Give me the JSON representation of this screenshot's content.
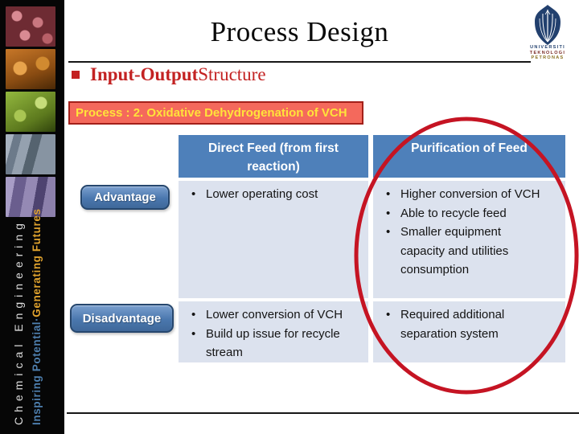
{
  "slide": {
    "title": "Process Design",
    "section_heading": {
      "bold": "Input-Output",
      "regular": " Structure"
    },
    "process_banner": "Process : 2. Oxidative Dehydrogenation of VCH"
  },
  "logo": {
    "line1": "UNIVERSITI",
    "line2": "TEKNOLOGI",
    "line3": "PETRONAS"
  },
  "sidebar": {
    "vertical_line1": "Chemical Engineering",
    "vertical_line2_blue": "Inspiring Potential·",
    "vertical_line2_gold": "Generating Futures",
    "thumbnails": [
      "red-cells-micrograph",
      "orange-machinery-photo",
      "green-laboratory-photo",
      "steel-plant-photo",
      "purple-plant-photo"
    ]
  },
  "table": {
    "col_headers": [
      "Direct Feed (from first reaction)",
      "Purification of Feed"
    ],
    "row_labels": [
      "Advantage",
      "Disadvantage"
    ],
    "cells": {
      "advantage_direct_feed": [
        "Lower operating cost"
      ],
      "advantage_purification": [
        "Higher conversion of VCH",
        "Able to recycle feed",
        "Smaller equipment capacity and utilities consumption"
      ],
      "disadvantage_direct_feed": [
        "Lower conversion of VCH",
        "Build up issue for recycle stream"
      ],
      "disadvantage_purification": [
        "Required additional separation system"
      ]
    }
  },
  "colors": {
    "table_header_blue": "#4E80BA",
    "table_cell_bg": "#DCE2EE",
    "row_label_blue": "#4A77AE",
    "row_label_border": "#26476E",
    "banner_bg": "#F4695C",
    "banner_border": "#A3201A",
    "banner_text_yellow": "#FFE33A",
    "heading_red": "#C32222",
    "ellipse_red": "#C51423",
    "sidebar_blue": "#4E7FAE",
    "sidebar_gold": "#E0A32E"
  }
}
